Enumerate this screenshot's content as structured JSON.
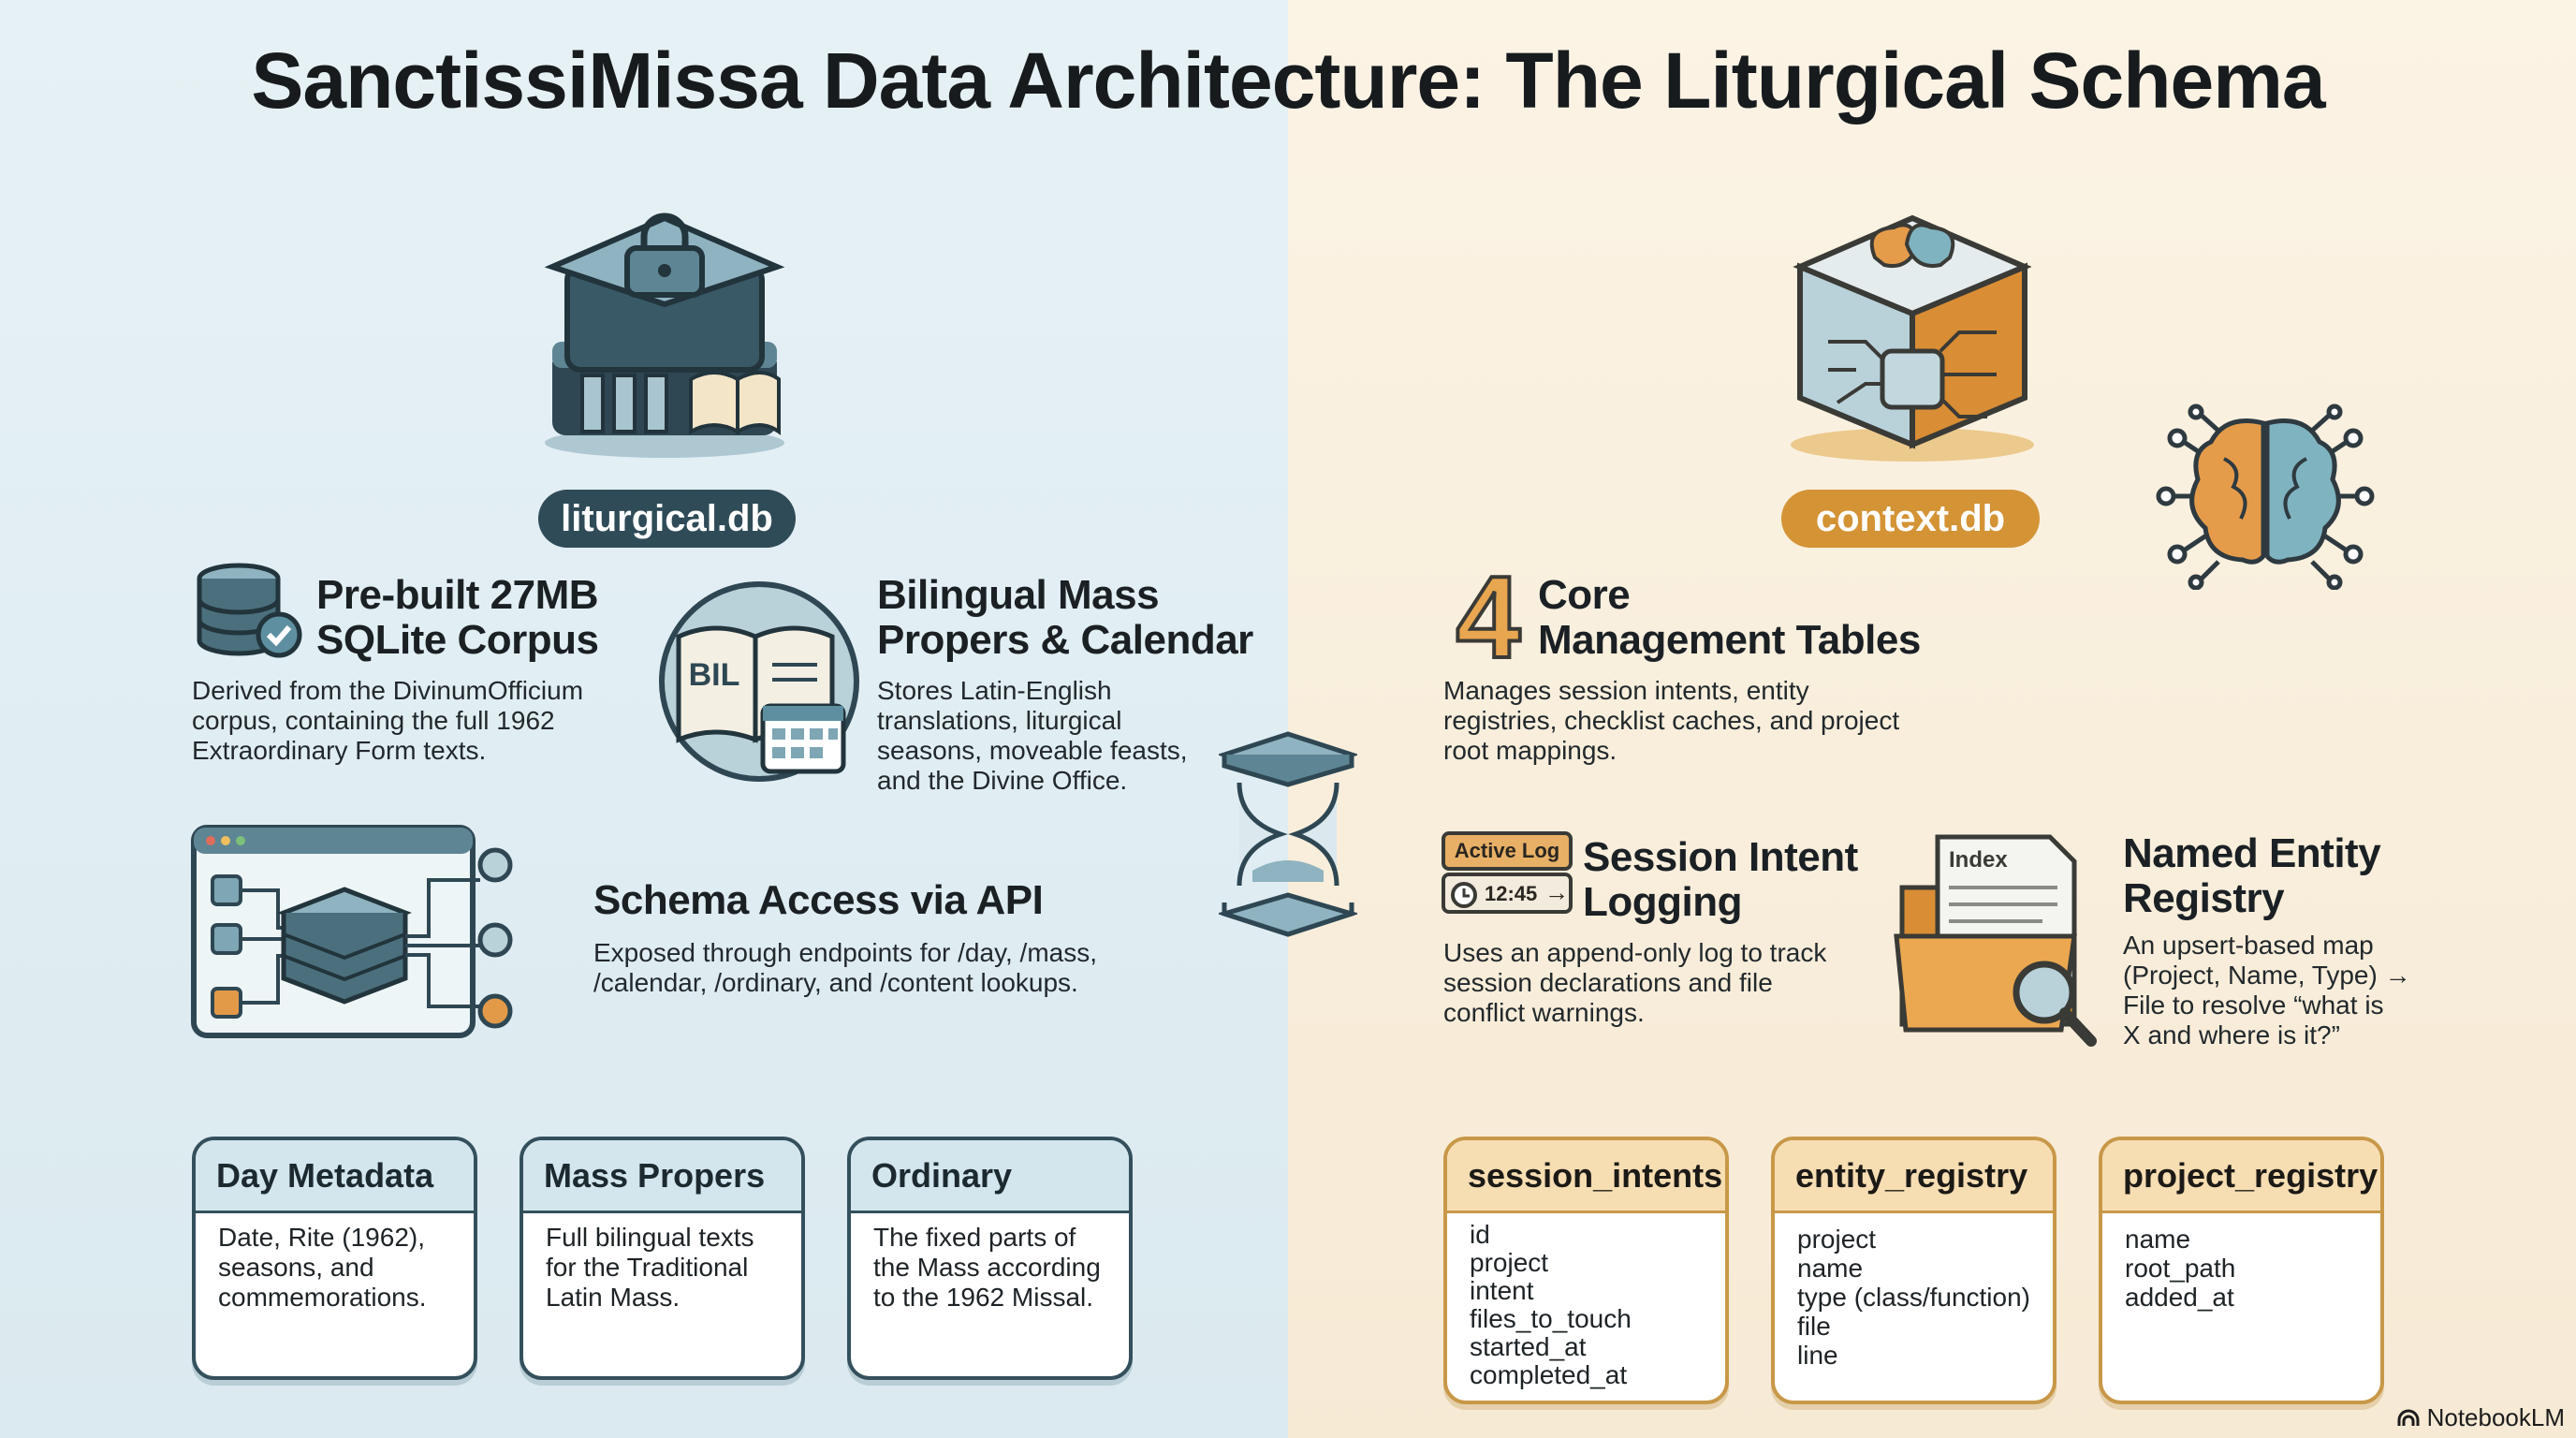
{
  "title": "SanctissiMissa Data Architecture: The Liturgical Schema",
  "left": {
    "db_label": "liturgical.db",
    "features": [
      {
        "title_l1": "Pre-built 27MB",
        "title_l2": "SQLite Corpus",
        "desc": [
          "Derived from the DivinumOfficium",
          "corpus, containing the full 1962",
          "Extraordinary Form texts."
        ]
      },
      {
        "title_l1": "Bilingual Mass",
        "title_l2": "Propers & Calendar",
        "icon_text": "BIL",
        "desc": [
          "Stores Latin-English",
          "translations, liturgical",
          "seasons, moveable feasts,",
          "and the Divine Office."
        ]
      },
      {
        "title_l1": "Schema Access via API",
        "title_l2": "",
        "desc": [
          "Exposed through endpoints for /day, /mass,",
          "/calendar, /ordinary, and /content lookups."
        ]
      }
    ],
    "cards": [
      {
        "title": "Day Metadata",
        "lines": [
          "Date, Rite (1962),",
          "seasons, and",
          "commemorations."
        ]
      },
      {
        "title": "Mass Propers",
        "lines": [
          "Full bilingual texts",
          "for the Traditional",
          "Latin Mass."
        ]
      },
      {
        "title": "Ordinary",
        "lines": [
          "The fixed parts of",
          "the Mass according",
          "to the 1962 Missal."
        ]
      }
    ]
  },
  "right": {
    "db_label": "context.db",
    "core": {
      "number": "4",
      "title_l1": "Core",
      "title_l2": "Management Tables",
      "desc": [
        "Manages session intents, entity",
        "registries, checklist caches, and project",
        "root mappings."
      ]
    },
    "session": {
      "badge": "Active Log",
      "time": "12:45",
      "title_l1": "Session Intent",
      "title_l2": "Logging",
      "desc": [
        "Uses an append-only log to track",
        "session declarations and file",
        "conflict warnings."
      ]
    },
    "entity": {
      "folder_label": "Index",
      "title_l1": "Named Entity",
      "title_l2": "Registry",
      "desc": [
        "An upsert-based map",
        "(Project, Name, Type) →",
        "File to resolve “what is",
        "X and where is it?”"
      ]
    },
    "tables": [
      {
        "title": "session_intents",
        "fields": [
          "id",
          "project",
          "intent",
          "files_to_touch",
          "started_at",
          "completed_at"
        ]
      },
      {
        "title": "entity_registry",
        "fields": [
          "project",
          "name",
          "type (class/function)",
          "file",
          "line"
        ]
      },
      {
        "title": "project_registry",
        "fields": [
          "name",
          "root_path",
          "added_at"
        ]
      }
    ]
  },
  "footer": {
    "brand": "NotebookLM"
  },
  "colors": {
    "left_accent": "#33505c",
    "right_accent": "#c48a2c",
    "left_bg": "#e6f1f5",
    "right_bg": "#fbf3e4"
  }
}
